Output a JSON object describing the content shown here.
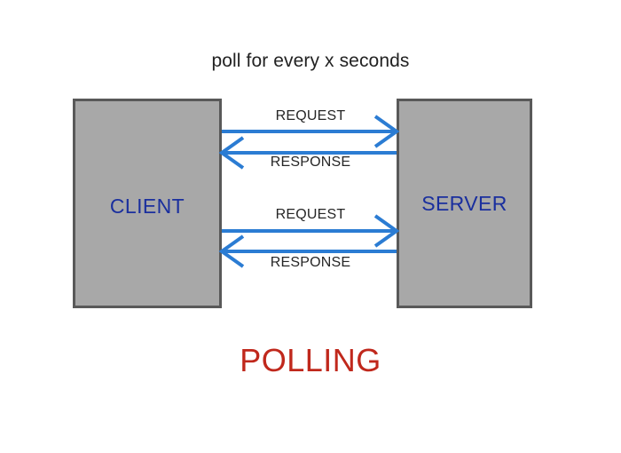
{
  "diagram": {
    "title": "poll for every x seconds",
    "caption": "POLLING",
    "colors": {
      "box_fill": "#a8a8a8",
      "box_border": "#595959",
      "node_label": "#1a2f9e",
      "arrow": "#2b7cd3",
      "caption": "#c0281c",
      "title": "#222222",
      "message_label": "#262626",
      "background": "#ffffff"
    },
    "nodes": [
      {
        "id": "client",
        "label": "CLIENT"
      },
      {
        "id": "server",
        "label": "SERVER"
      }
    ],
    "messages": [
      {
        "id": "request-1",
        "label": "REQUEST",
        "direction": "client-to-server"
      },
      {
        "id": "response-1",
        "label": "RESPONSE",
        "direction": "server-to-client"
      },
      {
        "id": "request-2",
        "label": "REQUEST",
        "direction": "client-to-server"
      },
      {
        "id": "response-2",
        "label": "RESPONSE",
        "direction": "server-to-client"
      }
    ]
  }
}
